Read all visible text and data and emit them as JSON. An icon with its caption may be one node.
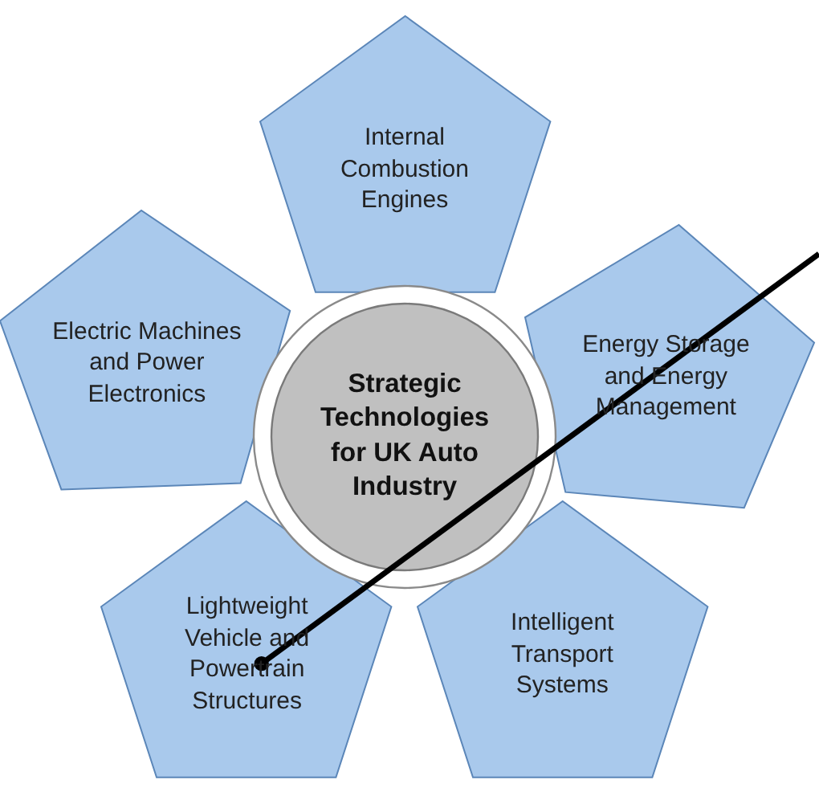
{
  "diagram": {
    "nodes": [
      {
        "text": [
          "Internal Combustion Engines"
        ]
      },
      {
        "text": [
          "Electric Machines and Power Electronics"
        ]
      },
      {
        "text": [
          "Energy Storage and Energy Management"
        ]
      },
      {
        "text": [
          "Strategic Technologies for UK Auto Industry"
        ]
      },
      {
        "text": [
          "Lightweight Vehicle and Powertrain Structures"
        ]
      },
      {
        "text": [
          "Intelligent Transport Systems"
        ]
      }
    ],
    "edges": [
      {
        "from": null,
        "to": 4,
        "arrow": "other"
      }
    ]
  }
}
